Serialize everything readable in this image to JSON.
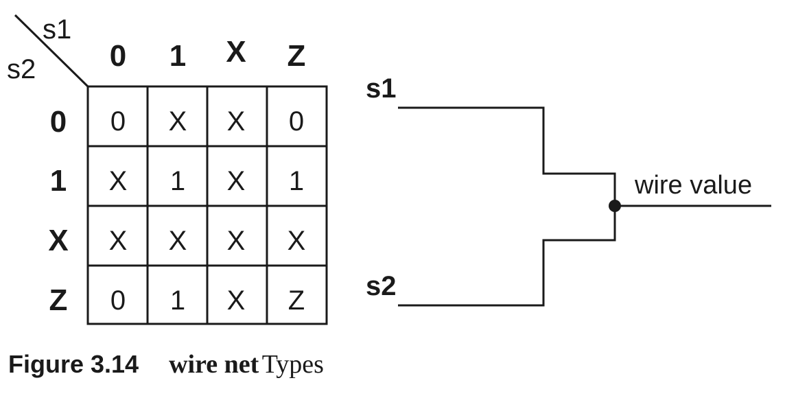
{
  "table": {
    "corner_col_label": "s1",
    "corner_row_label": "s2",
    "column_headers": [
      "0",
      "1",
      "X",
      "Z"
    ],
    "row_headers": [
      "0",
      "1",
      "X",
      "Z"
    ],
    "cells": [
      [
        "0",
        "X",
        "X",
        "0"
      ],
      [
        "X",
        "1",
        "X",
        "1"
      ],
      [
        "X",
        "X",
        "X",
        "X"
      ],
      [
        "0",
        "1",
        "X",
        "Z"
      ]
    ]
  },
  "circuit": {
    "input1_label": "s1",
    "input2_label": "s2",
    "output_label": "wire value"
  },
  "caption": {
    "figure_label": "Figure 3.14",
    "keyword": "wire net",
    "rest": "Types"
  }
}
